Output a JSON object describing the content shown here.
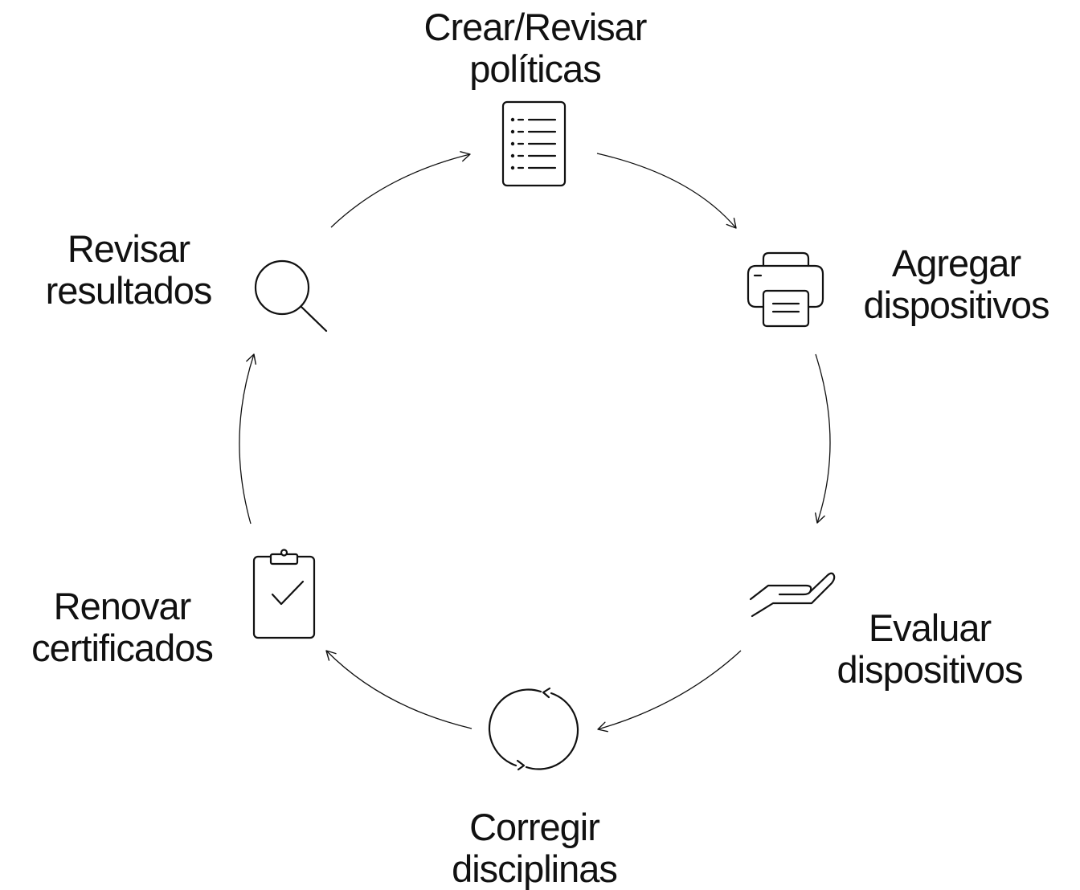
{
  "steps": [
    {
      "id": "crear",
      "line1": "Crear/Revisar",
      "line2": "políticas",
      "icon": "checklist-document-icon"
    },
    {
      "id": "agregar",
      "line1": "Agregar",
      "line2": "dispositivos",
      "icon": "printer-icon"
    },
    {
      "id": "evaluar",
      "line1": "Evaluar",
      "line2": "dispositivos",
      "icon": "open-hand-icon"
    },
    {
      "id": "corregir",
      "line1": "Corregir",
      "line2": "disciplinas",
      "icon": "refresh-cycle-icon"
    },
    {
      "id": "renovar",
      "line1": "Renovar",
      "line2": "certificados",
      "icon": "clipboard-check-icon"
    },
    {
      "id": "revisar",
      "line1": "Revisar",
      "line2": "resultados",
      "icon": "magnifier-icon"
    }
  ],
  "colors": {
    "stroke": "#111111",
    "background": "#ffffff",
    "text": "#111111"
  }
}
